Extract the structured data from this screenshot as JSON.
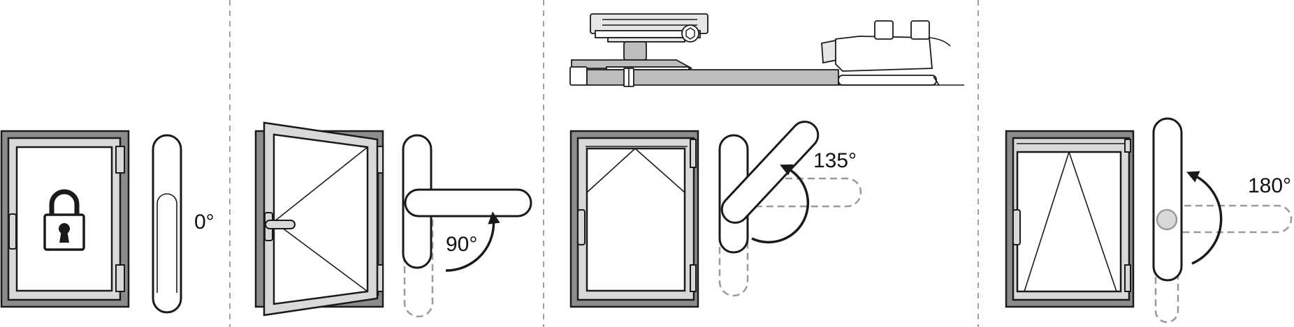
{
  "positions": [
    {
      "id": "closed",
      "angle_label": "0°",
      "state": "locked"
    },
    {
      "id": "open",
      "angle_label": "90°",
      "state": "turn-open"
    },
    {
      "id": "neutral",
      "angle_label": "135°",
      "state": "neutral"
    },
    {
      "id": "tilt",
      "angle_label": "180°",
      "state": "tilt-open"
    }
  ],
  "colors": {
    "frame": "#8c8c8c",
    "sash": "#d9d9d9",
    "glass": "#ffffff",
    "line": "#1a1a1a",
    "ghost": "#9a9a9a"
  },
  "icons": [
    "padlock-icon",
    "arrow-icon",
    "hardware-mechanism-icon"
  ]
}
